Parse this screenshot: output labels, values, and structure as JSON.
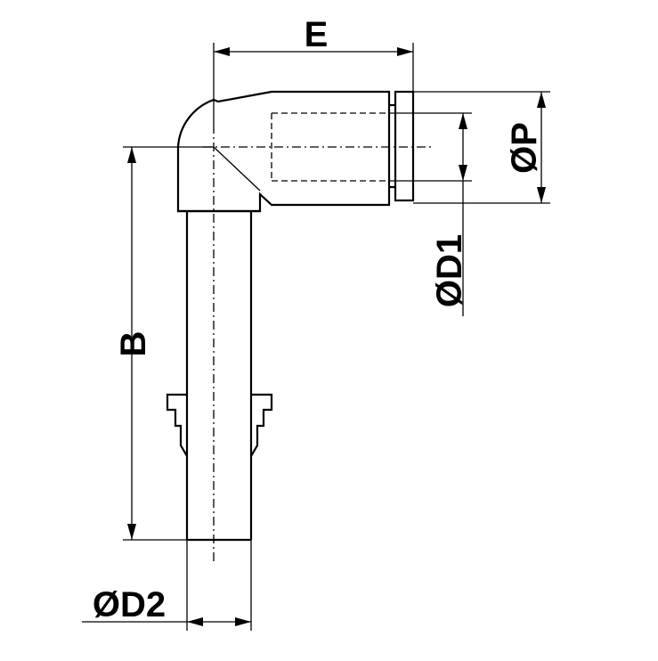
{
  "dimensions": {
    "e": "E",
    "p": "ØP",
    "d1": "ØD1",
    "b": "B",
    "d2": "ØD2"
  }
}
